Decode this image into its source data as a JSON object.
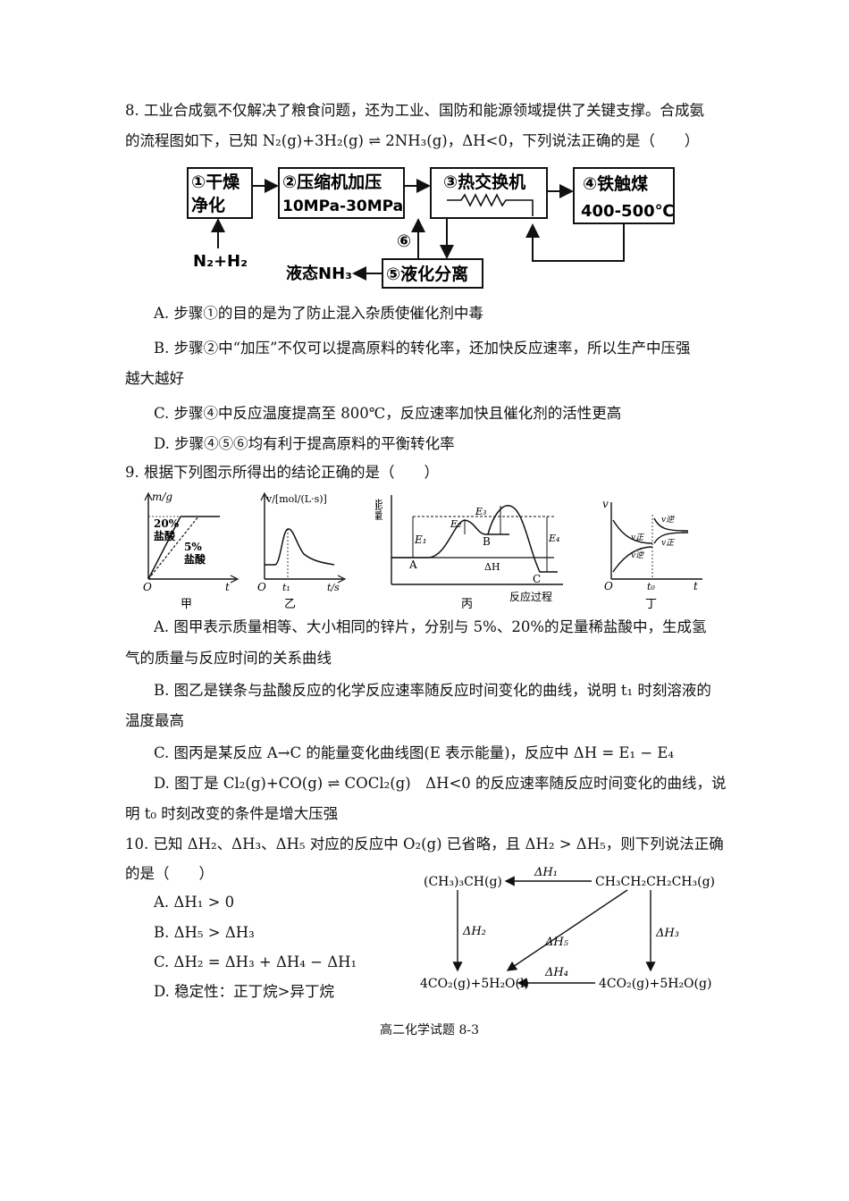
{
  "q8": {
    "line1": "8. 工业合成氨不仅解决了粮食问题，还为工业、国防和能源领域提供了关键支撑。合成氨",
    "line2": "的流程图如下，已知 N₂(g)+3H₂(g) ⇌ 2NH₃(g)，ΔH<0，下列说法正确的是（　　）",
    "flow": {
      "box1_a": "①干燥",
      "box1_b": "净化",
      "box2_a": "②压缩机加压",
      "box2_b": "10MPa-30MPa",
      "box3": "③热交换机",
      "box4_a": "④铁触煤",
      "box4_b": "400-500℃",
      "box5": "⑤液化分离",
      "step6": "⑥",
      "input": "N₂+H₂",
      "output": "液态NH₃"
    },
    "A": "A. 步骤①的目的是为了防止混入杂质使催化剂中毒",
    "B1": "B. 步骤②中“加压”不仅可以提高原料的转化率，还加快反应速率，所以生产中压强",
    "B2": "越大越好",
    "C": "C. 步骤④中反应温度提高至 800℃，反应速率加快且催化剂的活性更高",
    "D": "D. 步骤④⑤⑥均有利于提高原料的平衡转化率"
  },
  "q9": {
    "stem": "9. 根据下列图示所得出的结论正确的是（　　）",
    "graphs": {
      "jia": {
        "ylabel": "m/g",
        "curve1": "20%",
        "curve1b": "盐酸",
        "curve2": "5%",
        "curve2b": "盐酸",
        "origin": "O",
        "xlabel": "t",
        "caption": "甲"
      },
      "yi": {
        "ylabel": "v/[mol/(L·s)]",
        "origin": "O",
        "t1": "t₁",
        "xlabel": "t/s",
        "caption": "乙"
      },
      "bing": {
        "ylabel": "能量",
        "E1": "E₁",
        "E2": "E₂",
        "E3": "E₃",
        "E4": "E₄",
        "A": "A",
        "B": "B",
        "C": "C",
        "dH": "ΔH",
        "xlabel": "反应过程",
        "caption": "丙"
      },
      "ding": {
        "ylabel": "v",
        "vz1": "v正",
        "vn1": "v逆",
        "vz2": "v正",
        "vn2": "v逆",
        "origin": "O",
        "t0": "t₀",
        "xlabel": "t",
        "caption": "丁"
      }
    },
    "A1": "A. 图甲表示质量相等、大小相同的锌片，分别与 5%、20%的足量稀盐酸中，生成氢",
    "A2": "气的质量与反应时间的关系曲线",
    "B1": "B. 图乙是镁条与盐酸反应的化学反应速率随反应时间变化的曲线，说明 t₁ 时刻溶液的",
    "B2": "温度最高",
    "C": "C. 图丙是某反应 A→C 的能量变化曲线图(E 表示能量)，反应中 ΔH = E₁ − E₄",
    "D1": "D. 图丁是 Cl₂(g)+CO(g) ⇌ COCl₂(g)　ΔH<0 的反应速率随反应时间变化的曲线，说",
    "D2": "明 t₀ 时刻改变的条件是增大压强"
  },
  "q10": {
    "stem1": "10. 已知 ΔH₂、ΔH₃、ΔH₅ 对应的反应中 O₂(g) 已省略，且 ΔH₂ > ΔH₅，则下列说法正确",
    "stem2": "的是（　　）",
    "A": "A. ΔH₁ > 0",
    "B": "B. ΔH₅ > ΔH₃",
    "C": "C. ΔH₂ = ΔH₃ + ΔH₄ − ΔH₁",
    "D": "D. 稳定性：正丁烷>异丁烷",
    "diagram": {
      "iso": "(CH₃)₃CH(g)",
      "n": "CH₃CH₂CH₂CH₃(g)",
      "prod_l": "4CO₂(g)+5H₂O(l)",
      "prod_g": "4CO₂(g)+5H₂O(g)",
      "dH1": "ΔH₁",
      "dH2": "ΔH₂",
      "dH3": "ΔH₃",
      "dH4": "ΔH₄",
      "dH5": "ΔH₅"
    }
  },
  "footer": "高二化学试题 8-3"
}
